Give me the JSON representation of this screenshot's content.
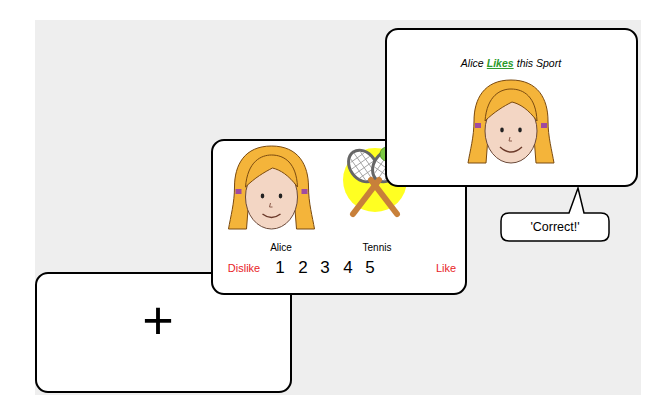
{
  "diagram": {
    "nodes": [
      {
        "text": [
          "+"
        ]
      },
      {
        "text": [
          "Alice",
          "Tennis",
          "Dislike",
          "1",
          "2",
          "3",
          "4",
          "5",
          "Like"
        ]
      },
      {
        "text": [
          "Alice",
          "Likes",
          "this Sport"
        ]
      },
      {
        "text": [
          "'Correct!'"
        ]
      }
    ]
  }
}
